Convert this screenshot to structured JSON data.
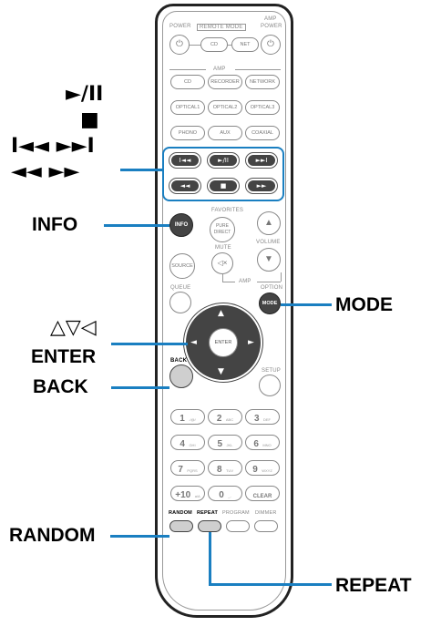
{
  "callouts": {
    "play_pause": "►/II",
    "stop": "■",
    "skip": "I◄◄  ►►I",
    "search": "◄◄  ►►",
    "info": "INFO",
    "cursor": "△▽◁",
    "enter": "ENTER",
    "back": "BACK",
    "random": "RANDOM",
    "mode": "MODE",
    "repeat": "REPEAT"
  },
  "remote": {
    "top": {
      "power": "POWER",
      "remote_mode": "REMOTE MODE",
      "amp_power_1": "AMP",
      "amp_power_2": "POWER",
      "power_icon": "⏻",
      "cd": "CD",
      "net": "NET"
    },
    "amp_section": "AMP",
    "sources": [
      [
        "CD",
        "RECORDER",
        "NETWORK"
      ],
      [
        "OPTICAL1",
        "OPTICAL2",
        "OPTICAL3"
      ],
      [
        "PHONO",
        "AUX",
        "COAXIAL"
      ]
    ],
    "transport": [
      "I◄◄",
      "►/II",
      "►►I",
      "◄◄",
      "■",
      "►►"
    ],
    "info_btn": "INFO",
    "favorites_1": "FAVORITES",
    "pure_1": "PURE",
    "pure_2": "DIRECT",
    "volume": "VOLUME",
    "vol_up": "▲",
    "vol_down": "▼",
    "source": "SOURCE",
    "mute": "MUTE",
    "mute_icon": "◁×",
    "amp_label": "AMP",
    "queue": "QUEUE",
    "option": "OPTION",
    "mode_btn": "MODE",
    "enter_btn": "ENTER",
    "back_label": "BACK",
    "setup": "SETUP",
    "numbers": [
      {
        "n": "1",
        "s": "./@/"
      },
      {
        "n": "2",
        "s": "ABC"
      },
      {
        "n": "3",
        "s": "DEF"
      },
      {
        "n": "4",
        "s": "GHI"
      },
      {
        "n": "5",
        "s": "JKL"
      },
      {
        "n": "6",
        "s": "MNO"
      },
      {
        "n": "7",
        "s": "PQRS"
      },
      {
        "n": "8",
        "s": "TUV"
      },
      {
        "n": "9",
        "s": "WXYZ"
      },
      {
        "n": "+10",
        "s": "a/A"
      },
      {
        "n": "0",
        "s": "_-"
      },
      {
        "n": "CLEAR",
        "s": ""
      }
    ],
    "bottom_labels": [
      "RANDOM",
      "REPEAT",
      "PROGRAM",
      "DIMMER"
    ]
  },
  "colors": {
    "leader": "#1a7fc1",
    "highlight": "#1a7fc1",
    "dark_button": "#444444"
  }
}
